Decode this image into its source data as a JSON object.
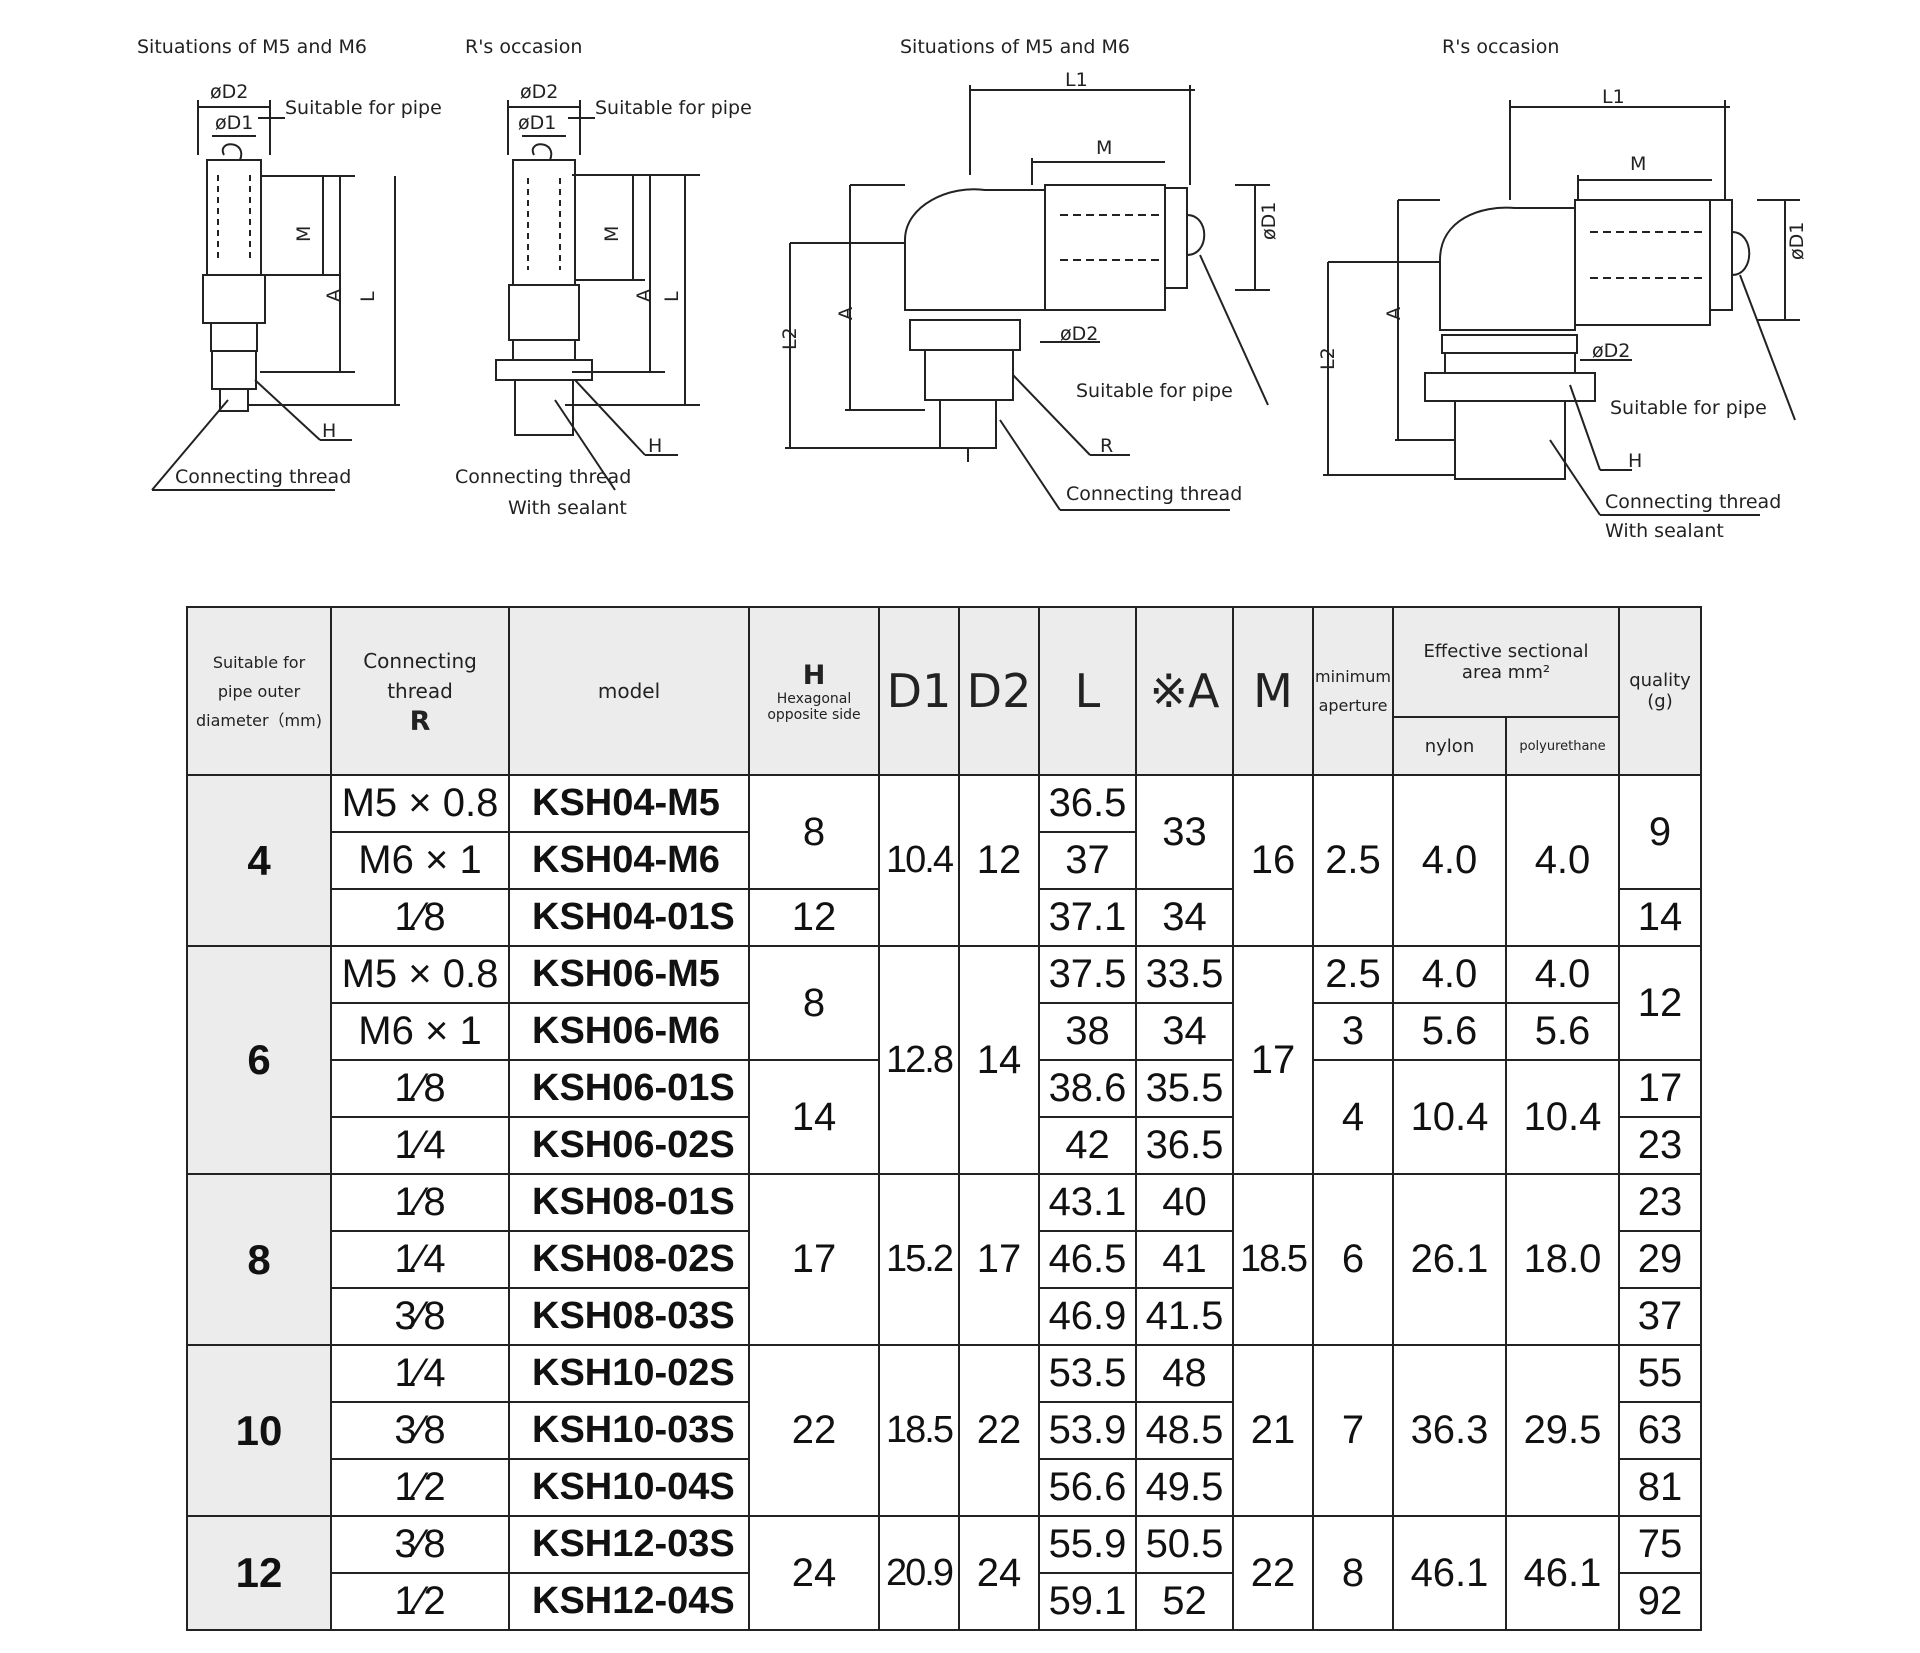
{
  "drawings": {
    "captions": {
      "d1": "Situations of M5 and M6",
      "d2": "R's occasion",
      "d3": "Situations of M5 and M6",
      "d4": "R's occasion"
    },
    "labels": {
      "od2": "øD2",
      "od1": "øD1",
      "suitable_for_pipe": "Suitable for pipe",
      "m": "M",
      "a": "A",
      "l": "L",
      "h": "H",
      "r_mark": "R",
      "l1": "L1",
      "l2": "L2",
      "connecting_thread": "Connecting thread",
      "with_sealant": "With sealant"
    }
  },
  "table": {
    "headers": {
      "pipe_line1": "Suitable for",
      "pipe_line2": "pipe outer",
      "pipe_line3": "diameter（mm)",
      "thread_line1": "Connecting",
      "thread_line2": "thread",
      "thread_r": "R",
      "model": "model",
      "h": "H",
      "h_sub1": "Hexagonal",
      "h_sub2": "opposite side",
      "d1": "D1",
      "d2": "D2",
      "l": "L",
      "a": "※A",
      "m": "M",
      "min1": "minimum",
      "min2": "aperture",
      "eff1": "Effective sectional",
      "eff2": "area mm²",
      "nylon": "nylon",
      "polyurethane": "polyurethane",
      "q1": "quality",
      "q2": "(g)"
    },
    "rows": [
      {
        "thread": "M5 × 0.8",
        "model": "KSH04-M5",
        "L": "36.5",
        "q": "9"
      },
      {
        "thread": "M6 × 1",
        "model": "KSH04-M6",
        "L": "37"
      },
      {
        "thread": "1⁄8",
        "model": "KSH04-01S",
        "L": "37.1",
        "q": "14"
      },
      {
        "thread": "M5 × 0.8",
        "model": "KSH06-M5",
        "L": "37.5",
        "q": "12"
      },
      {
        "thread": "M6 × 1",
        "model": "KSH06-M6",
        "L": "38"
      },
      {
        "thread": "1⁄8",
        "model": "KSH06-01S",
        "L": "38.6",
        "q": "17"
      },
      {
        "thread": "1⁄4",
        "model": "KSH06-02S",
        "L": "42",
        "q": "23"
      },
      {
        "thread": "1⁄8",
        "model": "KSH08-01S",
        "L": "43.1",
        "q": "23"
      },
      {
        "thread": "1⁄4",
        "model": "KSH08-02S",
        "L": "46.5",
        "q": "29"
      },
      {
        "thread": "3⁄8",
        "model": "KSH08-03S",
        "L": "46.9",
        "q": "37"
      },
      {
        "thread": "1⁄4",
        "model": "KSH10-02S",
        "L": "53.5",
        "q": "55"
      },
      {
        "thread": "3⁄8",
        "model": "KSH10-03S",
        "L": "53.9",
        "q": "63"
      },
      {
        "thread": "1⁄2",
        "model": "KSH10-04S",
        "L": "56.6",
        "q": "81"
      },
      {
        "thread": "3⁄8",
        "model": "KSH12-03S",
        "L": "55.9",
        "q": "75"
      },
      {
        "thread": "1⁄2",
        "model": "KSH12-04S",
        "L": "59.1",
        "q": "92"
      }
    ],
    "groups": {
      "g4": {
        "pipe": "4",
        "H_a": "8",
        "H_b": "12",
        "D1": "10.4",
        "D2": "12",
        "A_a": "33",
        "A_b": "34",
        "M": "16",
        "min": "2.5",
        "nylon": "4.0",
        "pu": "4.0"
      },
      "g6": {
        "pipe": "6",
        "H_a": "8",
        "H_b": "14",
        "D1": "12.8",
        "D2": "14",
        "A_a": "33.5",
        "A_b": "34",
        "A_c": "35.5",
        "A_d": "36.5",
        "M": "17",
        "min_a": "2.5",
        "min_b": "3",
        "min_c": "4",
        "nylon_a": "4.0",
        "nylon_b": "5.6",
        "nylon_c": "10.4",
        "pu_a": "4.0",
        "pu_b": "5.6",
        "pu_c": "10.4"
      },
      "g8": {
        "pipe": "8",
        "H": "17",
        "D1": "15.2",
        "D2": "17",
        "A_a": "40",
        "A_b": "41",
        "A_c": "41.5",
        "M": "18.5",
        "min": "6",
        "nylon": "26.1",
        "pu": "18.0"
      },
      "g10": {
        "pipe": "10",
        "H": "22",
        "D1": "18.5",
        "D2": "22",
        "A_a": "48",
        "A_b": "48.5",
        "A_c": "49.5",
        "M": "21",
        "min": "7",
        "nylon": "36.3",
        "pu": "29.5"
      },
      "g12": {
        "pipe": "12",
        "H": "24",
        "D1": "20.9",
        "D2": "24",
        "A_a": "50.5",
        "A_b": "52",
        "M": "22",
        "min": "8",
        "nylon": "46.1",
        "pu": "46.1"
      }
    }
  }
}
